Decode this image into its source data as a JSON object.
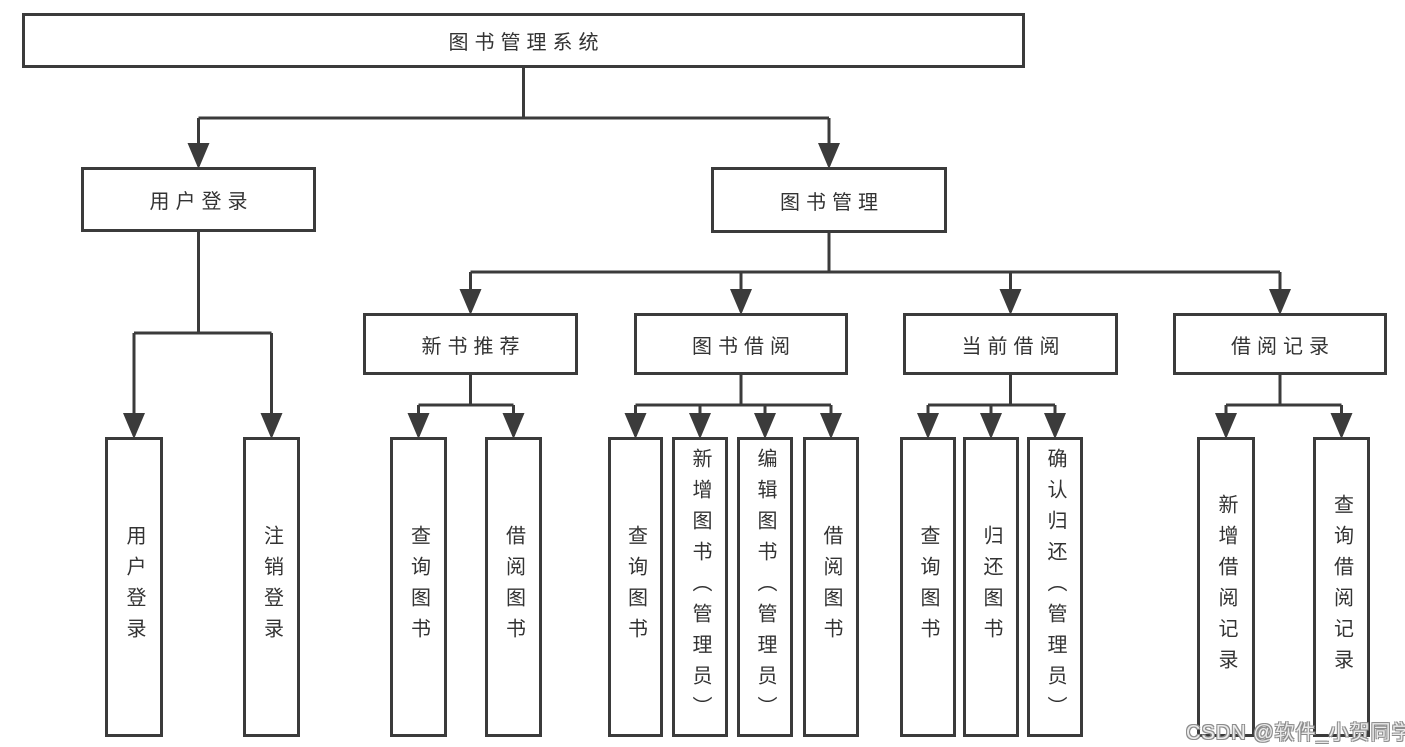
{
  "tree": {
    "root": {
      "label": "图书管理系统"
    },
    "children": [
      {
        "label": "用户登录",
        "children": [
          {
            "label": "用户登录"
          },
          {
            "label": "注销登录"
          }
        ]
      },
      {
        "label": "图书管理",
        "children": [
          {
            "label": "新书推荐",
            "children": [
              {
                "label": "查询图书"
              },
              {
                "label": "借阅图书"
              }
            ]
          },
          {
            "label": "图书借阅",
            "children": [
              {
                "label": "查询图书"
              },
              {
                "label": "新增图书（管理员）"
              },
              {
                "label": "编辑图书（管理员）"
              },
              {
                "label": "借阅图书"
              }
            ]
          },
          {
            "label": "当前借阅",
            "children": [
              {
                "label": "查询图书"
              },
              {
                "label": "归还图书"
              },
              {
                "label": "确认归还（管理员）"
              }
            ]
          },
          {
            "label": "借阅记录",
            "children": [
              {
                "label": "新增借阅记录"
              },
              {
                "label": "查询借阅记录"
              }
            ]
          }
        ]
      }
    ]
  },
  "watermark": {
    "text": "CSDN @软件_小贺同学"
  },
  "colors": {
    "line": "#3b3b3b",
    "box_border": "#3b3b3b",
    "text": "#333333",
    "background": "#ffffff"
  }
}
